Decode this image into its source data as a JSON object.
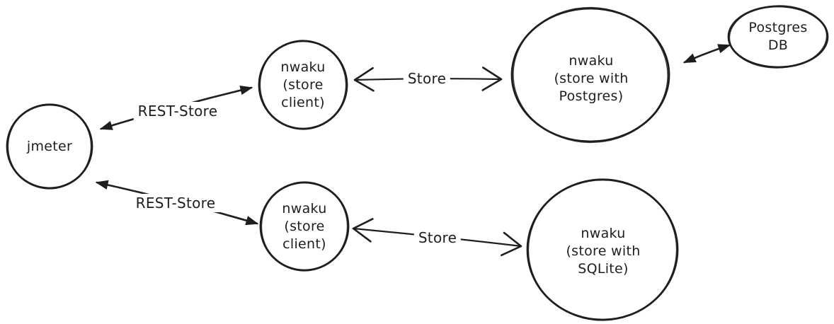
{
  "diagram": {
    "background_color": "#ffffff",
    "stroke_color": "#1e1e1e",
    "nodes": [
      {
        "id": "jmeter",
        "label": "jmeter",
        "shape": "ellipse"
      },
      {
        "id": "nwaku-store-client-top",
        "label": "nwaku\n(store\nclient)",
        "shape": "ellipse"
      },
      {
        "id": "nwaku-store-postgres",
        "label": "nwaku\n(store with\nPostgres)",
        "shape": "ellipse"
      },
      {
        "id": "postgres-db",
        "label": "Postgres\nDB",
        "shape": "ellipse"
      },
      {
        "id": "nwaku-store-client-bottom",
        "label": "nwaku\n(store\nclient)",
        "shape": "ellipse"
      },
      {
        "id": "nwaku-store-sqlite",
        "label": "nwaku\n(store with\nSQLite)",
        "shape": "ellipse"
      }
    ],
    "edges": [
      {
        "id": "jmeter-client-top",
        "from": "jmeter",
        "to": "nwaku-store-client-top",
        "label": "REST-Store",
        "direction": "both",
        "arrowheads": "solid"
      },
      {
        "id": "client-top-postgres",
        "from": "nwaku-store-client-top",
        "to": "nwaku-store-postgres",
        "label": "Store",
        "direction": "both",
        "arrowheads": "open"
      },
      {
        "id": "postgres-node-db",
        "from": "nwaku-store-postgres",
        "to": "postgres-db",
        "label": "",
        "direction": "both",
        "arrowheads": "solid"
      },
      {
        "id": "jmeter-client-bottom",
        "from": "jmeter",
        "to": "nwaku-store-client-bottom",
        "label": "REST-Store",
        "direction": "both",
        "arrowheads": "solid"
      },
      {
        "id": "client-bottom-sqlite",
        "from": "nwaku-store-client-bottom",
        "to": "nwaku-store-sqlite",
        "label": "Store",
        "direction": "both",
        "arrowheads": "open"
      }
    ]
  }
}
